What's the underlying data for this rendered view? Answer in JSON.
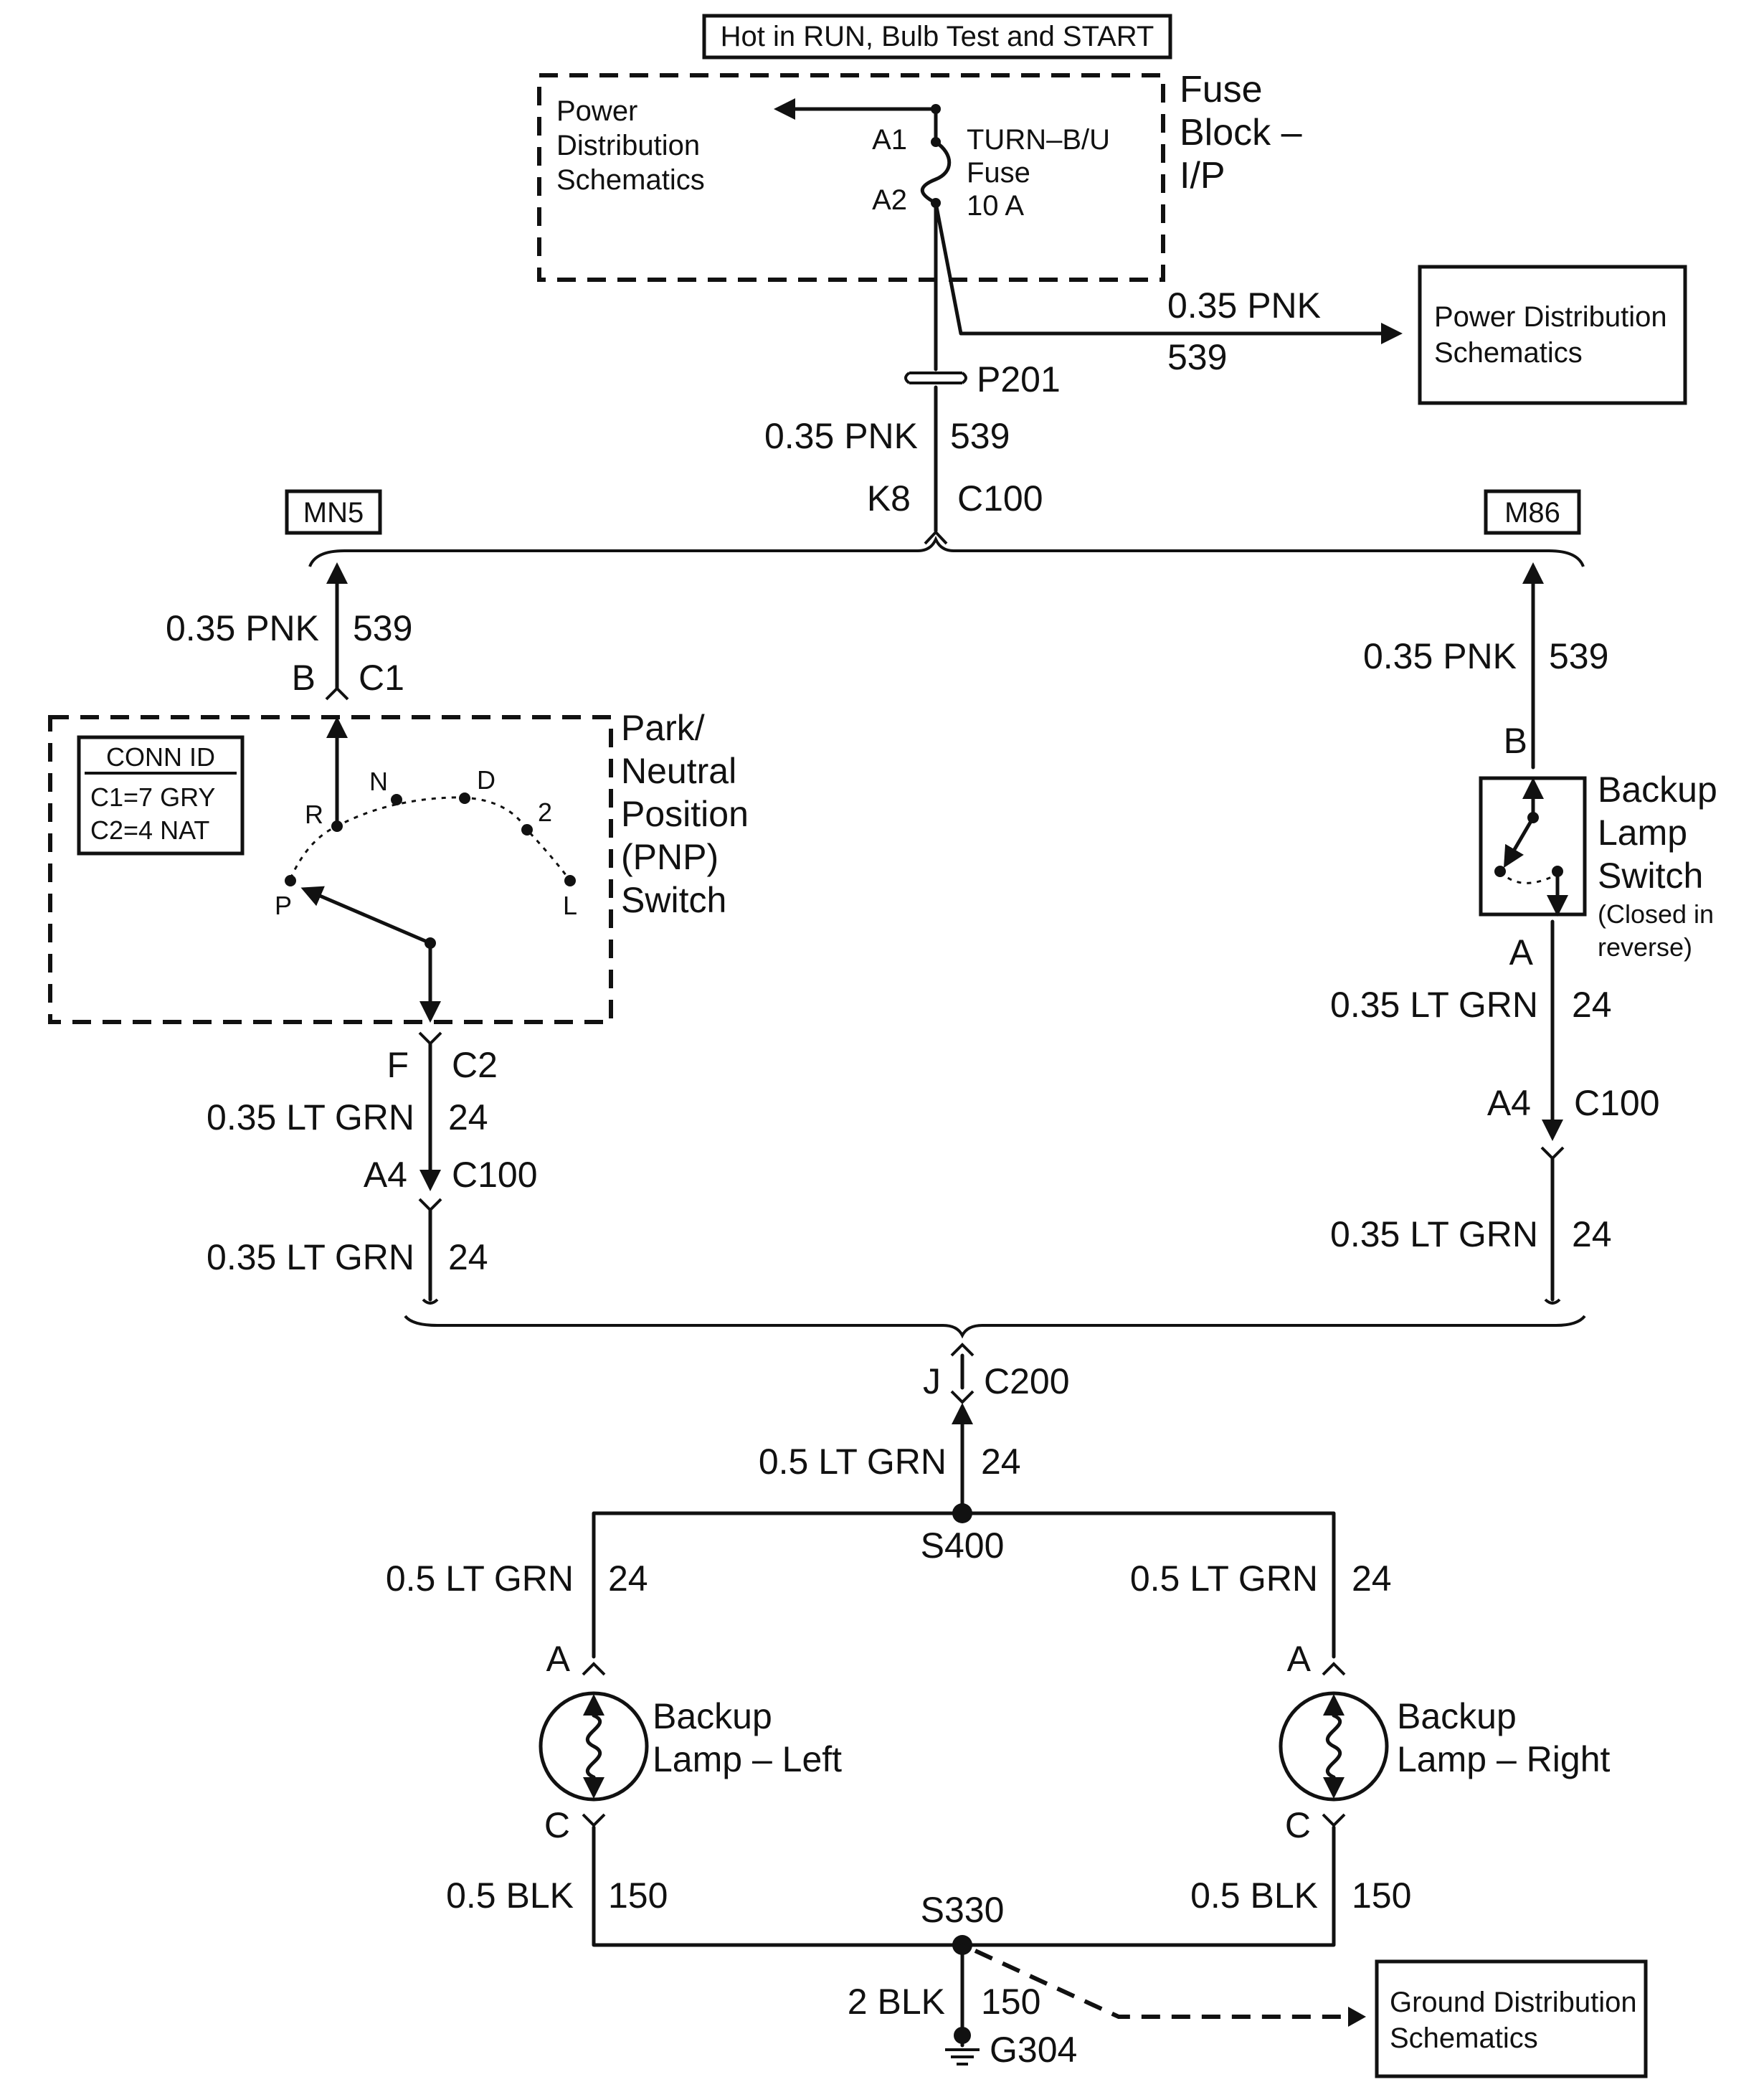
{
  "colors": {
    "ink": "#111111",
    "background": "#ffffff"
  },
  "header": {
    "hot_label": "Hot in RUN, Bulb Test and START"
  },
  "fuse_block": {
    "power_dist_lines": [
      "Power",
      "Distribution",
      "Schematics"
    ],
    "title_lines": [
      "Fuse",
      "Block –",
      "I/P"
    ],
    "pin_a1": "A1",
    "pin_a2": "A2",
    "fuse_lines": [
      "TURN–B/U",
      "Fuse",
      "10 A"
    ]
  },
  "power_dist_box": {
    "lines": [
      "Power Distribution",
      "Schematics"
    ]
  },
  "wires": {
    "top_branch_color": "0.35 PNK",
    "top_branch_circuit": "539",
    "main_color": "0.35 PNK",
    "main_circuit": "539",
    "left_up_color": "0.35 PNK",
    "left_up_circuit": "539",
    "right_up_color": "0.35 PNK",
    "right_up_circuit": "539",
    "left_down1_color": "0.35 LT GRN",
    "left_down1_circuit": "24",
    "left_down2_color": "0.35 LT GRN",
    "left_down2_circuit": "24",
    "right_down1_color": "0.35 LT GRN",
    "right_down1_circuit": "24",
    "right_down2_color": "0.35 LT GRN",
    "right_down2_circuit": "24",
    "c200_out_color": "0.5 LT GRN",
    "c200_out_circuit": "24",
    "left_lamp_feed_color": "0.5 LT GRN",
    "left_lamp_feed_circuit": "24",
    "right_lamp_feed_color": "0.5 LT GRN",
    "right_lamp_feed_circuit": "24",
    "left_ground_color": "0.5 BLK",
    "left_ground_circuit": "150",
    "right_ground_color": "0.5 BLK",
    "right_ground_circuit": "150",
    "ground_main_color": "2 BLK",
    "ground_main_circuit": "150"
  },
  "connectors": {
    "p201": "P201",
    "k8": "K8",
    "c100_top": "C100",
    "pnp_b": "B",
    "pnp_c1": "C1",
    "pnp_f": "F",
    "pnp_c2": "C2",
    "left_a4": "A4",
    "left_c100": "C100",
    "bls_b": "B",
    "bls_a": "A",
    "right_a4": "A4",
    "right_c100": "C100",
    "j": "J",
    "c200": "C200",
    "s400": "S400",
    "left_lamp_a": "A",
    "left_lamp_c": "C",
    "right_lamp_a": "A",
    "right_lamp_c": "C",
    "s330": "S330",
    "g304": "G304"
  },
  "options": {
    "mn5": "MN5",
    "m86": "M86"
  },
  "pnp_switch": {
    "conn_id_title": "CONN ID",
    "conn_id_lines": [
      "C1=7 GRY",
      "C2=4 NAT"
    ],
    "title_lines": [
      "Park/",
      "Neutral",
      "Position",
      "(PNP)",
      "Switch"
    ],
    "positions": {
      "p": "P",
      "r": "R",
      "n": "N",
      "d": "D",
      "two": "2",
      "l": "L"
    }
  },
  "backup_switch": {
    "title_lines": [
      "Backup",
      "Lamp",
      "Switch"
    ],
    "note_lines": [
      "(Closed in",
      "reverse)"
    ]
  },
  "lamp_left": {
    "lines": [
      "Backup",
      "Lamp – Left"
    ]
  },
  "lamp_right": {
    "lines": [
      "Backup",
      "Lamp – Right"
    ]
  },
  "ground_dist_box": {
    "lines": [
      "Ground Distribution",
      "Schematics"
    ]
  }
}
